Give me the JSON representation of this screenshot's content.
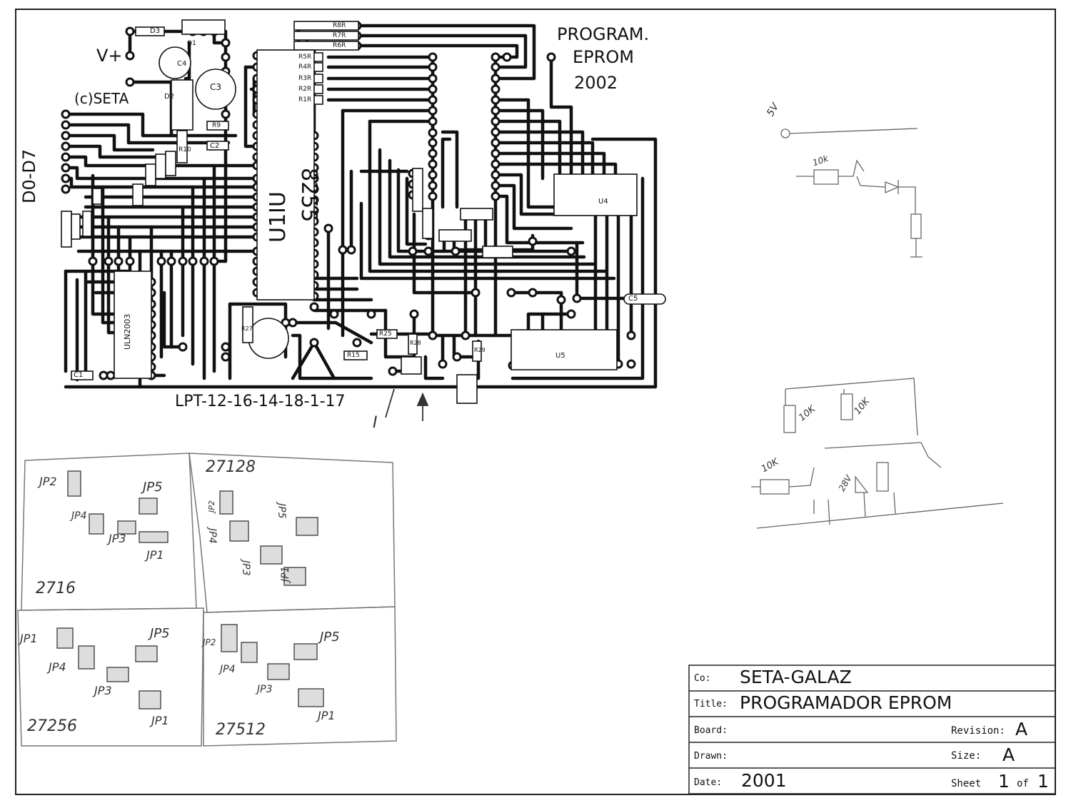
{
  "pcb": {
    "title_line1": "PROGRAM.",
    "title_line2": "EPROM",
    "title_year": "2002",
    "copyright": "(c)SETA",
    "vplus": "V+",
    "data_bus": "D0-D7",
    "chip_u1": "U1IU",
    "chip_part": "8255",
    "lpt_pins": "LPT-12-16-14-18-1-17",
    "uln_label": "ULN2003",
    "components": [
      "R8R",
      "R7R",
      "R6R",
      "R5R",
      "R4R",
      "R3R",
      "R2R",
      "R1R",
      "D3",
      "Q1",
      "C4",
      "C3",
      "D2",
      "R9",
      "R10",
      "C2",
      "C1",
      "C5",
      "R25",
      "R27",
      "R15",
      "U4",
      "U5",
      "R28",
      "R29"
    ]
  },
  "jumper_boxes": [
    {
      "chip": "27128",
      "jumpers": [
        "JP5",
        "JP1",
        "JP3",
        "JP4",
        "JP2"
      ]
    },
    {
      "chip": "2716",
      "jumpers": [
        "JP2",
        "JP5",
        "JP4",
        "JP3",
        "JP1"
      ]
    },
    {
      "chip": "27256",
      "jumpers": [
        "JP1",
        "JP5",
        "JP4",
        "JP3",
        "JP1"
      ]
    },
    {
      "chip": "27512",
      "jumpers": [
        "JP2",
        "JP5",
        "JP4",
        "JP3",
        "JP1"
      ]
    }
  ],
  "sketch_labels": [
    "5V",
    "10k",
    "10K",
    "10K",
    "10K",
    "28V",
    "I"
  ],
  "title_block": {
    "co_label": "Co:",
    "co_value": "SETA-GALAZ",
    "title_label": "Title:",
    "title_value": "PROGRAMADOR EPROM",
    "board_label": "Board:",
    "revision_label": "Revision:",
    "revision_value": "A",
    "drawn_label": "Drawn:",
    "size_label": "Size:",
    "size_value": "A",
    "date_label": "Date:",
    "date_value": "2001",
    "sheet_label": "Sheet",
    "sheet_num": "1",
    "of_label": "of",
    "sheet_total": "1"
  },
  "colors": {
    "ink": "#111111",
    "paper": "#ffffff",
    "pencil": "#555555"
  }
}
